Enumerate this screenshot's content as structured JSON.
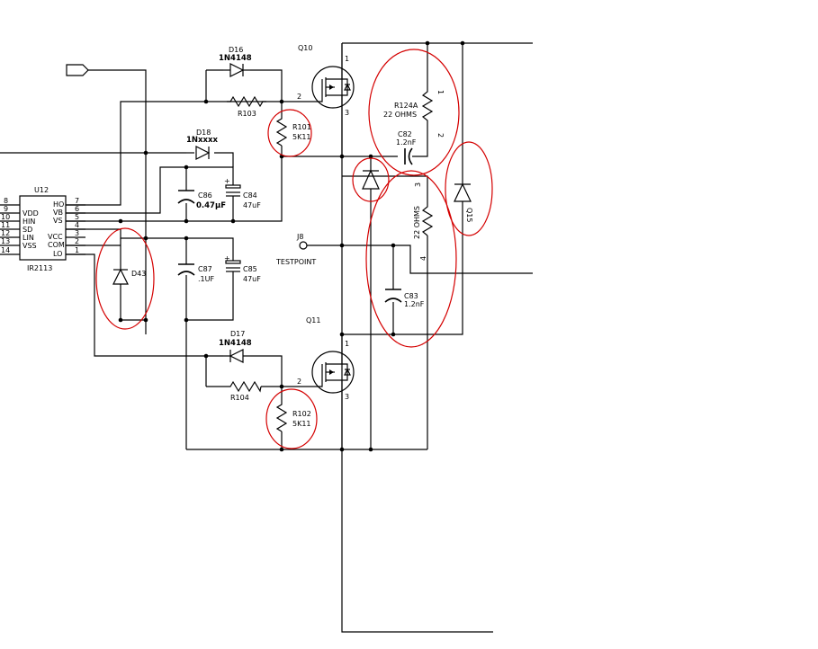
{
  "components": {
    "d16": {
      "ref": "D16",
      "value": "1N4148"
    },
    "q10": {
      "ref": "Q10",
      "pin1": "1",
      "pin2": "2",
      "pin3": "3"
    },
    "r103": {
      "ref": "R103"
    },
    "r101": {
      "ref": "R101",
      "value": "5K11"
    },
    "r124a": {
      "ref": "R124A",
      "value": "22  OHMS",
      "pin1": "1",
      "pin2": "2"
    },
    "c82": {
      "ref": "C82",
      "value": "1.2nF"
    },
    "d18": {
      "ref": "D18",
      "value": "1Nxxxx"
    },
    "u12": {
      "ref": "U12",
      "part": "IR2113",
      "left_pins": [
        {
          "num": "8",
          "name": "VDD"
        },
        {
          "num": "9",
          "name": "HIN"
        },
        {
          "num": "10",
          "name": "SD"
        },
        {
          "num": "11",
          "name": "LIN"
        },
        {
          "num": "12",
          "name": "VSS"
        }
      ],
      "left_pins_extra": [
        {
          "num": "13",
          "name": ""
        },
        {
          "num": "14",
          "name": ""
        }
      ],
      "right_pins": [
        {
          "num": "7",
          "name": "HO"
        },
        {
          "num": "6",
          "name": "VB"
        },
        {
          "num": "5",
          "name": "VS"
        },
        {
          "num": "4",
          "name": ""
        },
        {
          "num": "3",
          "name": "VCC"
        },
        {
          "num": "2",
          "name": "COM"
        },
        {
          "num": "1",
          "name": "LO"
        }
      ]
    },
    "c86": {
      "ref": "C86",
      "value": "0.47µF"
    },
    "c84": {
      "ref": "C84",
      "value": "47uF",
      "polarity": "+"
    },
    "c87": {
      "ref": "C87",
      "value": ".1UF"
    },
    "c85": {
      "ref": "C85",
      "value": "47uF",
      "polarity": "+"
    },
    "d43": {
      "ref": "D43"
    },
    "j8": {
      "ref": "J8",
      "label": "TESTPOINT"
    },
    "r_mid": {
      "value": "22  OHMS",
      "pin3": "3",
      "pin4": "4"
    },
    "c83": {
      "ref": "C83",
      "value": "1.2nF"
    },
    "q15": {
      "ref": "Q15"
    },
    "q11": {
      "ref": "Q11",
      "pin1": "1",
      "pin2": "2",
      "pin3": "3"
    },
    "d17": {
      "ref": "D17",
      "value": "1N4148"
    },
    "r104": {
      "ref": "R104"
    },
    "r102": {
      "ref": "R102",
      "value": "5K11"
    }
  },
  "colors": {
    "wire": "#000000",
    "highlight": "#d40000",
    "background": "#ffffff"
  }
}
